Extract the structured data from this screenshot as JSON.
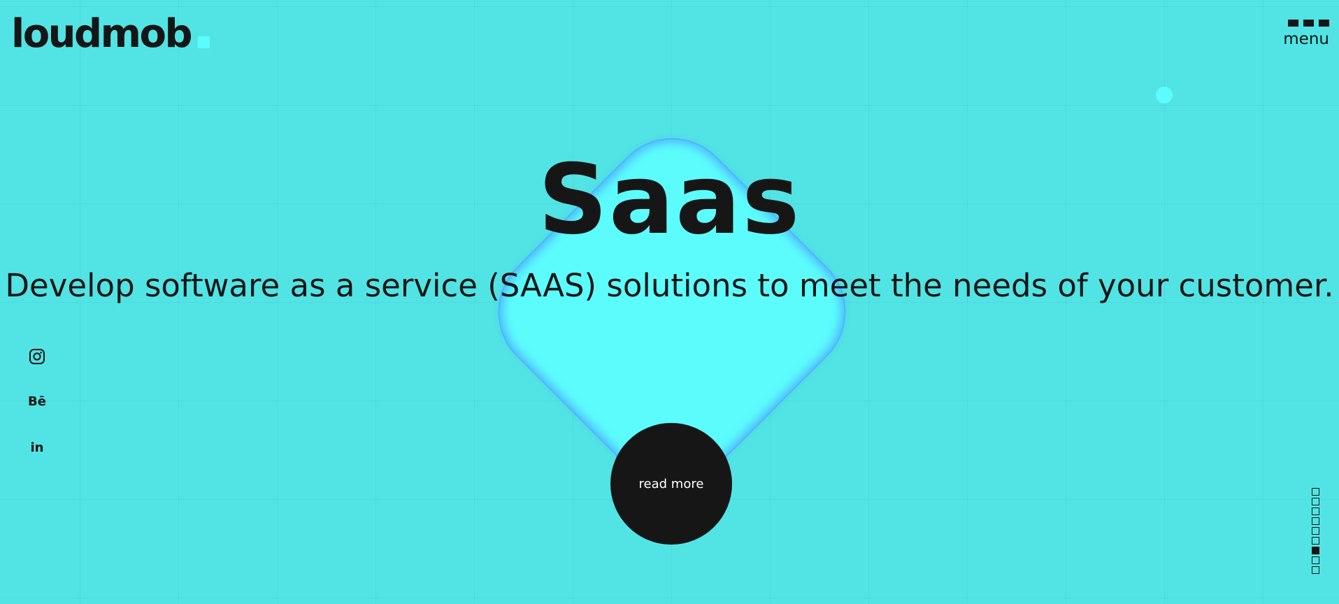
{
  "brand": {
    "name": "loudmob",
    "accent_color": "#5cfcfc",
    "background_color": "#52e4e4",
    "text_color": "#161616"
  },
  "header": {
    "menu_label": "menu",
    "menu_icon": "three-squares-menu-icon"
  },
  "hero": {
    "title": "Saas",
    "description": "Develop software as a service (SAAS) solutions to meet the needs of your customer.",
    "cta_label": "read more"
  },
  "social": [
    {
      "name": "instagram",
      "icon": "instagram-icon"
    },
    {
      "name": "behance",
      "icon": "behance-icon",
      "glyph": "Bē"
    },
    {
      "name": "linkedin",
      "icon": "linkedin-icon",
      "glyph": "in"
    }
  ],
  "pagination": {
    "total": 9,
    "active_index": 6
  }
}
